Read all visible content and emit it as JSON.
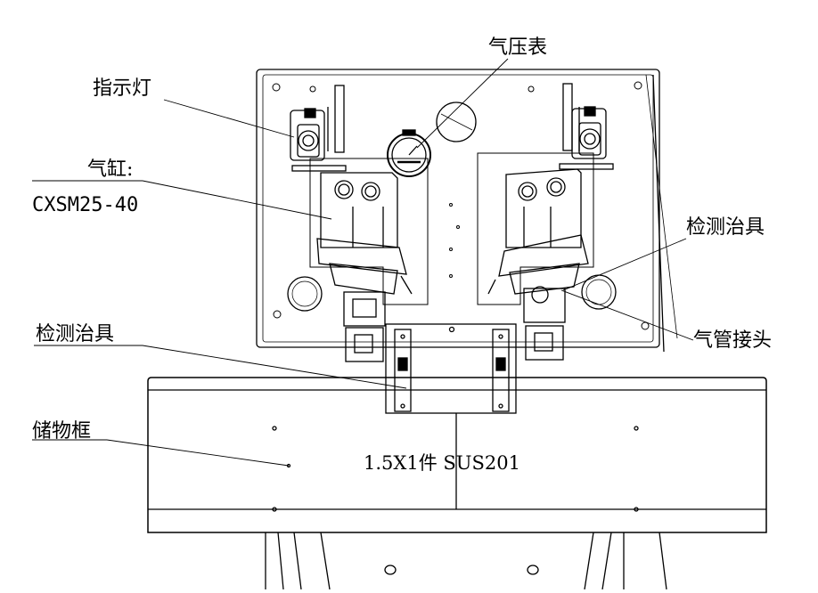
{
  "labels": {
    "pressure_gauge": "气压表",
    "indicator_light": "指示灯",
    "cylinder_title": "气缸:",
    "cylinder_model": "CXSM25-40",
    "fixture_right": "检测治具",
    "fixture_left": "检测治具",
    "air_connector": "气管接头",
    "storage_bin": "储物框",
    "plate_spec": "1.5X1件 SUS201"
  },
  "colors": {
    "line": "#000000",
    "background": "#ffffff"
  }
}
